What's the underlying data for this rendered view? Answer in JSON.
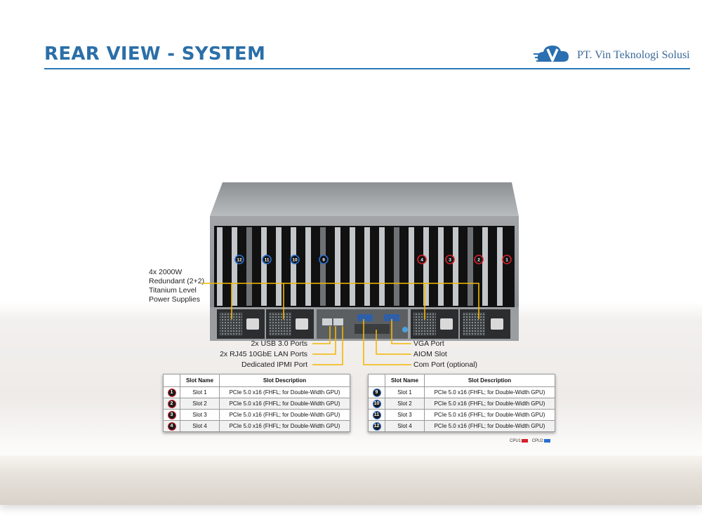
{
  "header": {
    "title": "REAR VIEW - SYSTEM",
    "logo_text": "PT. Vin Teknologi Solusi",
    "accent_color": "#2b6fa8"
  },
  "callouts": {
    "psu": [
      "4x 2000W",
      "Redundant (2+2)",
      "Titanium Level",
      "Power Supplies"
    ],
    "usb": "2x USB 3.0 Ports",
    "lan": "2x RJ45 10GbE LAN Ports",
    "ipmi": "Dedicated IPMI Port",
    "vga": "VGA Port",
    "aiom": "AIOM Slot",
    "com": "Com Port (optional)"
  },
  "server_slot_badges": [
    "12",
    "11",
    "10",
    "9",
    "4",
    "3",
    "2",
    "1"
  ],
  "tables": {
    "headers": {
      "slot_name": "Slot Name",
      "slot_description": "Slot Description"
    },
    "cpu1": [
      {
        "num": "1",
        "name": "Slot 1",
        "desc": "PCIe 5.0 x16 (FHFL; for Double-Width  GPU)"
      },
      {
        "num": "2",
        "name": "Slot 2",
        "desc": "PCIe 5.0 x16 (FHFL; for Double-Width  GPU)"
      },
      {
        "num": "3",
        "name": "Slot 3",
        "desc": "PCIe 5.0 x16 (FHFL; for Double-Width  GPU)"
      },
      {
        "num": "4",
        "name": "Slot 4",
        "desc": "PCIe 5.0 x16 (FHFL; for Double-Width  GPU)"
      }
    ],
    "cpu2": [
      {
        "num": "9",
        "name": "Slot 1",
        "desc": "PCIe 5.0 x16 (FHFL; for Double-Width  GPU)"
      },
      {
        "num": "10",
        "name": "Slot 2",
        "desc": "PCIe 5.0 x16 (FHFL; for Double-Width  GPU)"
      },
      {
        "num": "11",
        "name": "Slot 3",
        "desc": "PCIe 5.0 x16 (FHFL; for Double-Width  GPU)"
      },
      {
        "num": "12",
        "name": "Slot 4",
        "desc": "PCIe 5.0 x16 (FHFL; for Double-Width  GPU)"
      }
    ]
  },
  "legend": {
    "cpu1_label": "CPU1",
    "cpu1_color": "#d6202a",
    "cpu2_label": "CPU2",
    "cpu2_color": "#2a6fd1"
  }
}
